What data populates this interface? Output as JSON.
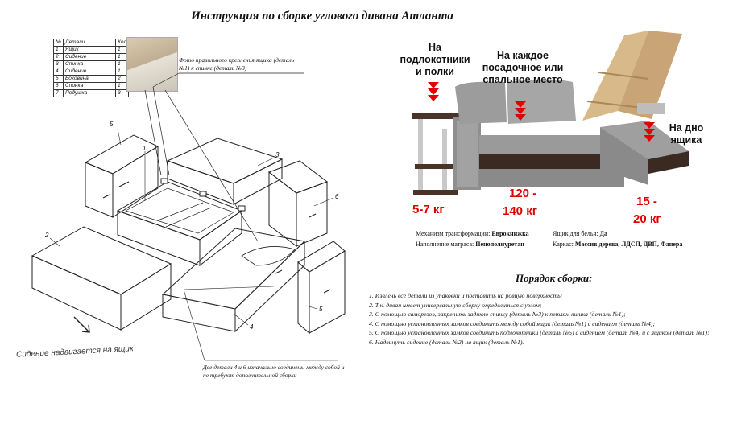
{
  "title": "Инструкция по сборке углового дивана Атланта",
  "parts_table": {
    "headers": [
      "№",
      "Детали",
      "Кол"
    ],
    "rows": [
      [
        "1",
        "Ящик",
        "1"
      ],
      [
        "2",
        "Сидение",
        "1"
      ],
      [
        "3",
        "Спинка",
        "1"
      ],
      [
        "4",
        "Сидение",
        "1"
      ],
      [
        "5",
        "Боковина",
        "2"
      ],
      [
        "6",
        "Спинка",
        "1"
      ],
      [
        "7",
        "Подушка",
        "3"
      ]
    ]
  },
  "photo_caption": "Фото правильного крепления ящика (деталь №1) к спинке (деталь №3)",
  "part_numbers": [
    "5",
    "1",
    "3",
    "6",
    "2",
    "4",
    "5"
  ],
  "seat_note": "Сидение надвигается на ящик",
  "connected_note": "Две детали 4 и 6 изначально соединены между собой и не требуют дополнительной сборки",
  "loads": {
    "armrest_label": "На подлокотники и полки",
    "armrest_value": "5-7 кг",
    "seat_label": "На каждое посадочное или спальное место",
    "seat_value_1": "120 -",
    "seat_value_2": "140 кг",
    "box_label": "На дно ящика",
    "box_value_1": "15 -",
    "box_value_2": "20 кг"
  },
  "specs": {
    "mechanism_label": "Механизм трансформации:",
    "mechanism_value": "Еврокнижка",
    "filling_label": "Наполнение матраса:",
    "filling_value": "Пенополиуретан",
    "box_label": "Ящик для белья:",
    "box_value": "Да",
    "frame_label": "Каркас:",
    "frame_value": "Массив дерева, ЛДСП, ДВП, Фанера"
  },
  "order": {
    "title": "Порядок сборки:",
    "steps": [
      "1. Извлечь все детали из упаковки и поставить на ровную поверхность;",
      "2. Т.к. диван имеет универсальную сборку определиться с углом;",
      "3. С помощью саморезов, закрепить заднюю спинку (деталь №3) к петлям ящика (деталь №1);",
      "4. С помощью установленных замков соединить между собой ящик (деталь №1) с сидением (деталь №4);",
      "5.  С помощью установленных замков соединить подлокотники (деталь №5) с сидением (деталь №4) и с ящиком (деталь №1);",
      "6. Надвинуть сидение (деталь №2) на ящик (деталь №1)."
    ]
  },
  "colors": {
    "red": "#e00000",
    "upholstery": "#9a9a9a",
    "dark_wood": "#3a2a22",
    "light_wood": "#d8b98a"
  }
}
